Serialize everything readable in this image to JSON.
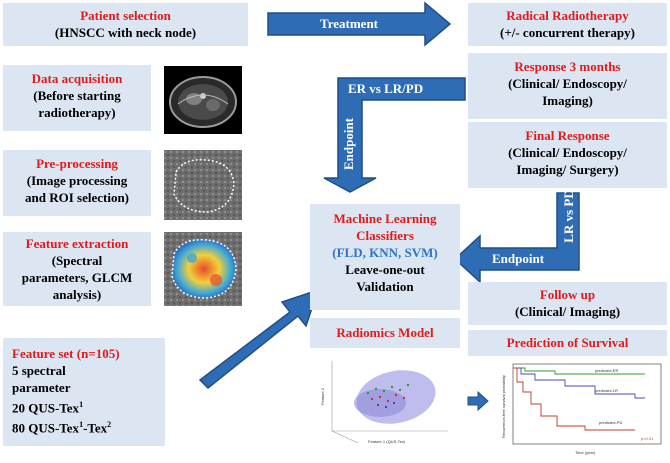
{
  "boxes": {
    "patient": {
      "title": "Patient selection",
      "lines": [
        "(HNSCC with neck node)"
      ]
    },
    "radical": {
      "title": "Radical Radiotherapy",
      "lines": [
        "(+/- concurrent therapy)"
      ]
    },
    "data_acq": {
      "title": "Data acquisition",
      "lines": [
        "(Before starting",
        "radiotherapy)"
      ]
    },
    "response3": {
      "title": "Response 3 months",
      "lines": [
        "(Clinical/ Endoscopy/",
        "Imaging)"
      ]
    },
    "final": {
      "title": "Final Response",
      "lines": [
        "(Clinical/ Endoscopy/",
        "Imaging/ Surgery)"
      ]
    },
    "preproc": {
      "title": "Pre-processing",
      "lines": [
        "(Image processing",
        "and ROI selection)"
      ]
    },
    "feature": {
      "title": "Feature extraction",
      "lines": [
        "(Spectral",
        "parameters, GLCM",
        "analysis)"
      ]
    },
    "ml": {
      "title_lines": [
        "Machine Learning",
        "Classifiers"
      ],
      "classifiers": "(FLD, KNN, SVM)",
      "lines": [
        "Leave-one-out",
        "Validation"
      ]
    },
    "followup": {
      "title": "Follow up",
      "lines": [
        "(Clinical/ Imaging)"
      ]
    },
    "radiomics": {
      "title": "Radiomics Model"
    },
    "survival": {
      "title": "Prediction of Survival"
    },
    "featureset": {
      "title": "Feature set (n=105)",
      "line1": "5 spectral",
      "line2": "parameter",
      "line3": "20 QUS-Tex",
      "line3_sup": "1",
      "line4a": "80 QUS-Tex",
      "line4_sup1": "1",
      "line4b": "-Tex",
      "line4_sup2": "2"
    }
  },
  "arrows": {
    "treatment": "Treatment",
    "er_vs": "ER vs LR/PD",
    "endpoint1": "Endpoint",
    "lr_vs_pd": "LR vs PD",
    "endpoint2": "Endpoint"
  },
  "survival_plot": {
    "series": [
      {
        "name": "predicted-ER",
        "color": "#2e9e2e"
      },
      {
        "name": "predicted-LR",
        "color": "#4a4ab8"
      },
      {
        "name": "predicted-PD",
        "color": "#c0392b"
      }
    ],
    "xlabel": "Time (year)",
    "ylabel": "Recurrence-free survival probability",
    "legend": "p=0.01"
  },
  "scatter_plot": {
    "xlabel": "Feature 1 (QUS-Tex)",
    "ylabel": "Feature 2"
  },
  "colors": {
    "box_fill": "#dce6f2",
    "arrow_fill": "#2e6db5",
    "arrow_stroke": "#1f4f86",
    "title_red": "#e01b1b",
    "class_blue": "#2e74c5"
  }
}
